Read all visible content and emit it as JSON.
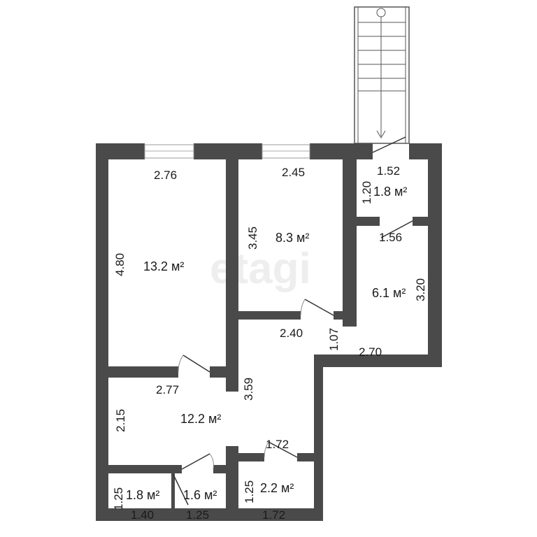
{
  "watermark": "etagi",
  "colors": {
    "wall": "#4a4a4a",
    "background": "#ffffff"
  },
  "rooms": [
    {
      "area": "13.2 м²",
      "dims": [
        "2.76",
        "4.80"
      ]
    },
    {
      "area": "8.3 м²",
      "dims": [
        "2.45",
        "3.45"
      ]
    },
    {
      "area": "1.8 м²",
      "dims": [
        "1.52",
        "1.20"
      ]
    },
    {
      "area": "6.1 м²",
      "dims": [
        "1.56",
        "3.20"
      ]
    },
    {
      "area": "12.2 м²",
      "dims": [
        "2.77",
        "2.15"
      ]
    },
    {
      "area": "1.8 м²",
      "dims": [
        "1.40",
        "1.25"
      ]
    },
    {
      "area": "1.6 м²",
      "dims": [
        "1.25"
      ]
    },
    {
      "area": "2.2 м²",
      "dims": [
        "1.72",
        "1.25"
      ]
    }
  ],
  "corridor": {
    "dims": [
      "2.40",
      "1.07",
      "2.70",
      "3.59",
      "1.72"
    ]
  }
}
